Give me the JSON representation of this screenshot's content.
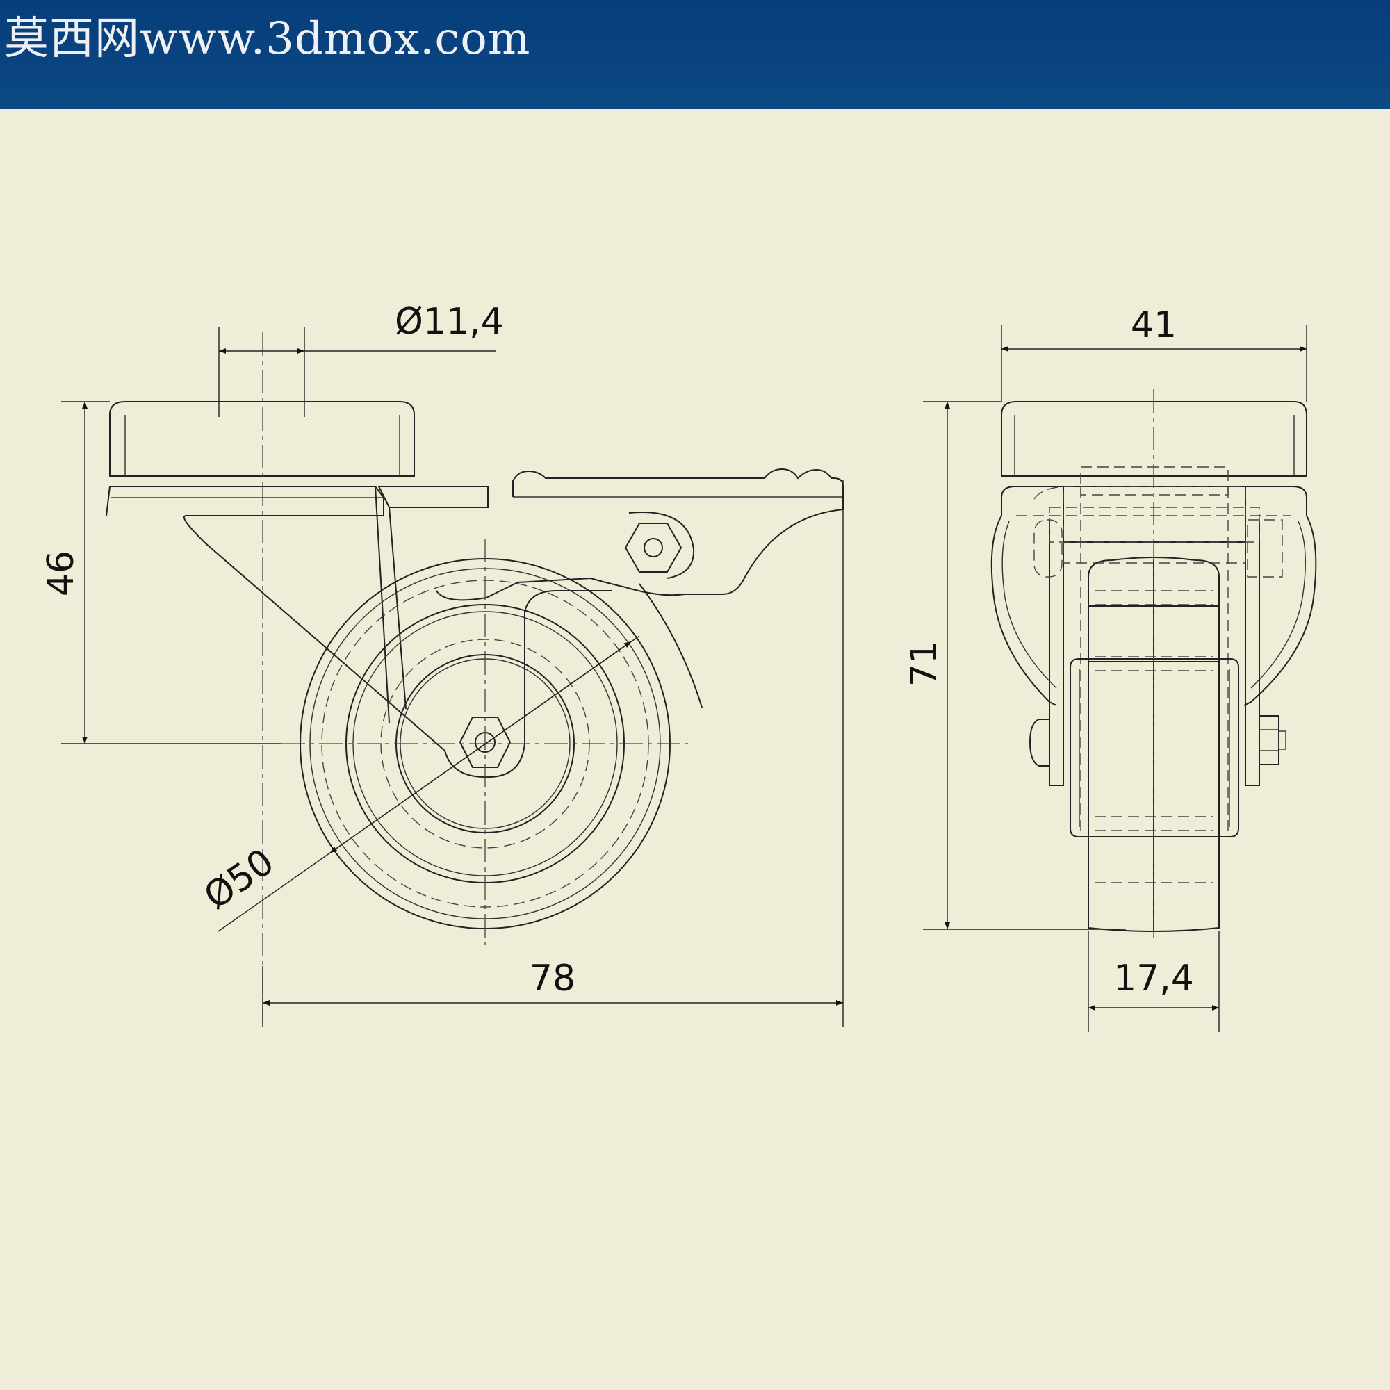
{
  "header": {
    "title": "莫西网www.3dmox.com",
    "background": "#073d7c"
  },
  "colors": {
    "paper": "#efecd8",
    "line": "#222222"
  },
  "dimensions": {
    "pin_diameter": "Ø11,4",
    "side_height": "46",
    "wheel_diameter": "Ø50",
    "side_width": "78",
    "front_width": "41",
    "front_height": "71",
    "wheel_width": "17,4"
  }
}
